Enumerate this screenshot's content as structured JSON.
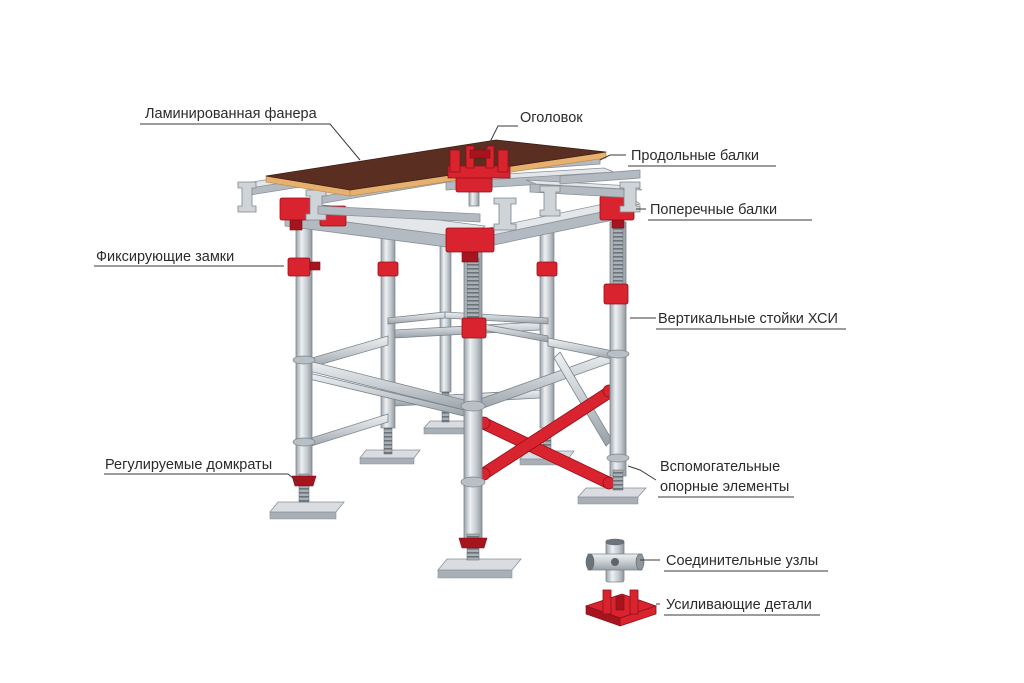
{
  "labels": {
    "plywood": "Ламинированная фанера",
    "head": "Оголовок",
    "longitudinal_beams": "Продольные балки",
    "cross_beams": "Поперечные балки",
    "locks": "Фиксирующие замки",
    "vertical_posts": "Вертикальные стойки ХСИ",
    "jacks": "Регулируемые домкраты",
    "aux_supports_line1": "Вспомогательные",
    "aux_supports_line2": "опорные элементы",
    "connectors": "Соединительные узлы",
    "reinforcing": "Усиливающие детали"
  },
  "colors": {
    "accent_red": "#d9232e",
    "steel": "#c3c9ce",
    "plywood": "#5a2e20",
    "plywood_edge": "#e6b06e"
  },
  "icons": [
    "connector-node-icon",
    "reinforcing-part-icon"
  ]
}
